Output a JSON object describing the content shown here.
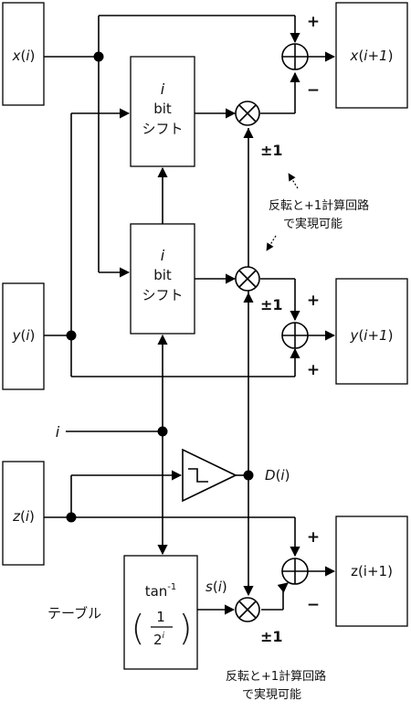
{
  "registers": {
    "x_in": {
      "var": "x",
      "idx": "i"
    },
    "x_out": {
      "var": "x",
      "idx": "i+1"
    },
    "y_in": {
      "var": "y",
      "idx": "i"
    },
    "y_out": {
      "var": "y",
      "idx": "i+1"
    },
    "z_in": {
      "var": "z",
      "idx": "i"
    },
    "z_out": {
      "var": "z",
      "idx": "i+1"
    }
  },
  "shifters": {
    "top": {
      "line1": "i",
      "line2": "bit",
      "line3": "シフト"
    },
    "middle": {
      "line1": "i",
      "line2": "bit",
      "line3": "シフト"
    }
  },
  "signals": {
    "i_label": "i",
    "d_label": {
      "var": "D",
      "idx": "i"
    },
    "s_label": {
      "var": "s",
      "idx": "i"
    }
  },
  "table": {
    "label": "テーブル",
    "func": "tan",
    "func_sup": "-1",
    "num": "1",
    "den": "2",
    "den_sup": "i"
  },
  "signs": {
    "plus": "+",
    "minus": "−",
    "pm1": "±1"
  },
  "notes": {
    "line1": "反転と+1計算回路",
    "line2": "で実現可能"
  },
  "colors": {
    "line": "#000000",
    "text": "#111111",
    "background": "#ffffff"
  }
}
